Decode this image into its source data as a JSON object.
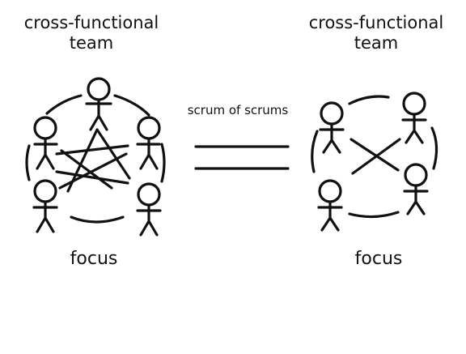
{
  "left_team": {
    "title_line1": "cross-functional",
    "title_line2": "team",
    "focus_label": "focus",
    "member_count": 5
  },
  "connector": {
    "label": "scrum of scrums"
  },
  "right_team": {
    "title_line1": "cross-functional",
    "title_line2": "team",
    "focus_label": "focus",
    "member_count": 4
  },
  "colors": {
    "ink": "#111111",
    "background": "#ffffff"
  }
}
